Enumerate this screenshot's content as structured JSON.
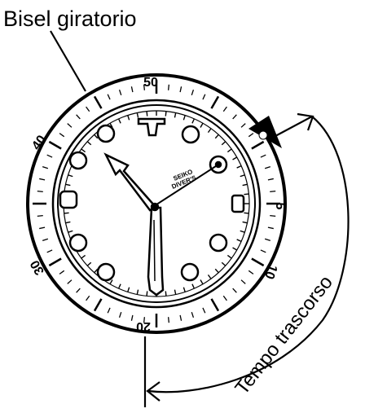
{
  "labels": {
    "bezel": "Bisel giratorio",
    "elapsed": "Tempo trascorso"
  },
  "bezel_numbers": [
    "50",
    "40",
    "30",
    "20",
    "10",
    "5"
  ],
  "dial_text": [
    "SEIKO",
    "DIVER'S"
  ],
  "colors": {
    "ink": "#000000",
    "paper": "#ffffff",
    "marker_triangle": "#000000"
  }
}
